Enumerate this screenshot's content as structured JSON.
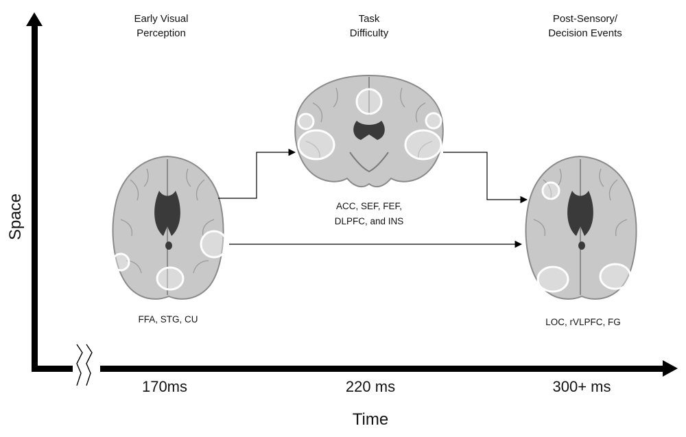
{
  "axes": {
    "y_label": "Space",
    "x_label": "Time"
  },
  "stages": [
    {
      "title_line1": "Early Visual",
      "title_line2": "Perception",
      "regions_line1": "FFA, STG, CU",
      "regions_line2": "",
      "time": "170ms",
      "view": "axial"
    },
    {
      "title_line1": "Task",
      "title_line2": "Difficulty",
      "regions_line1": "ACC, SEF, FEF,",
      "regions_line2": "DLPFC, and INS",
      "time": "220 ms",
      "view": "coronal"
    },
    {
      "title_line1": "Post-Sensory/",
      "title_line2": "Decision Events",
      "regions_line1": "LOC, rVLPFC, FG",
      "regions_line2": "",
      "time": "300+ ms",
      "view": "axial"
    }
  ],
  "colors": {
    "axis": "#000000",
    "brain_tissue": "#c8c8c8",
    "ventricle": "#3a3a3a",
    "highlight": "#ffffff"
  }
}
